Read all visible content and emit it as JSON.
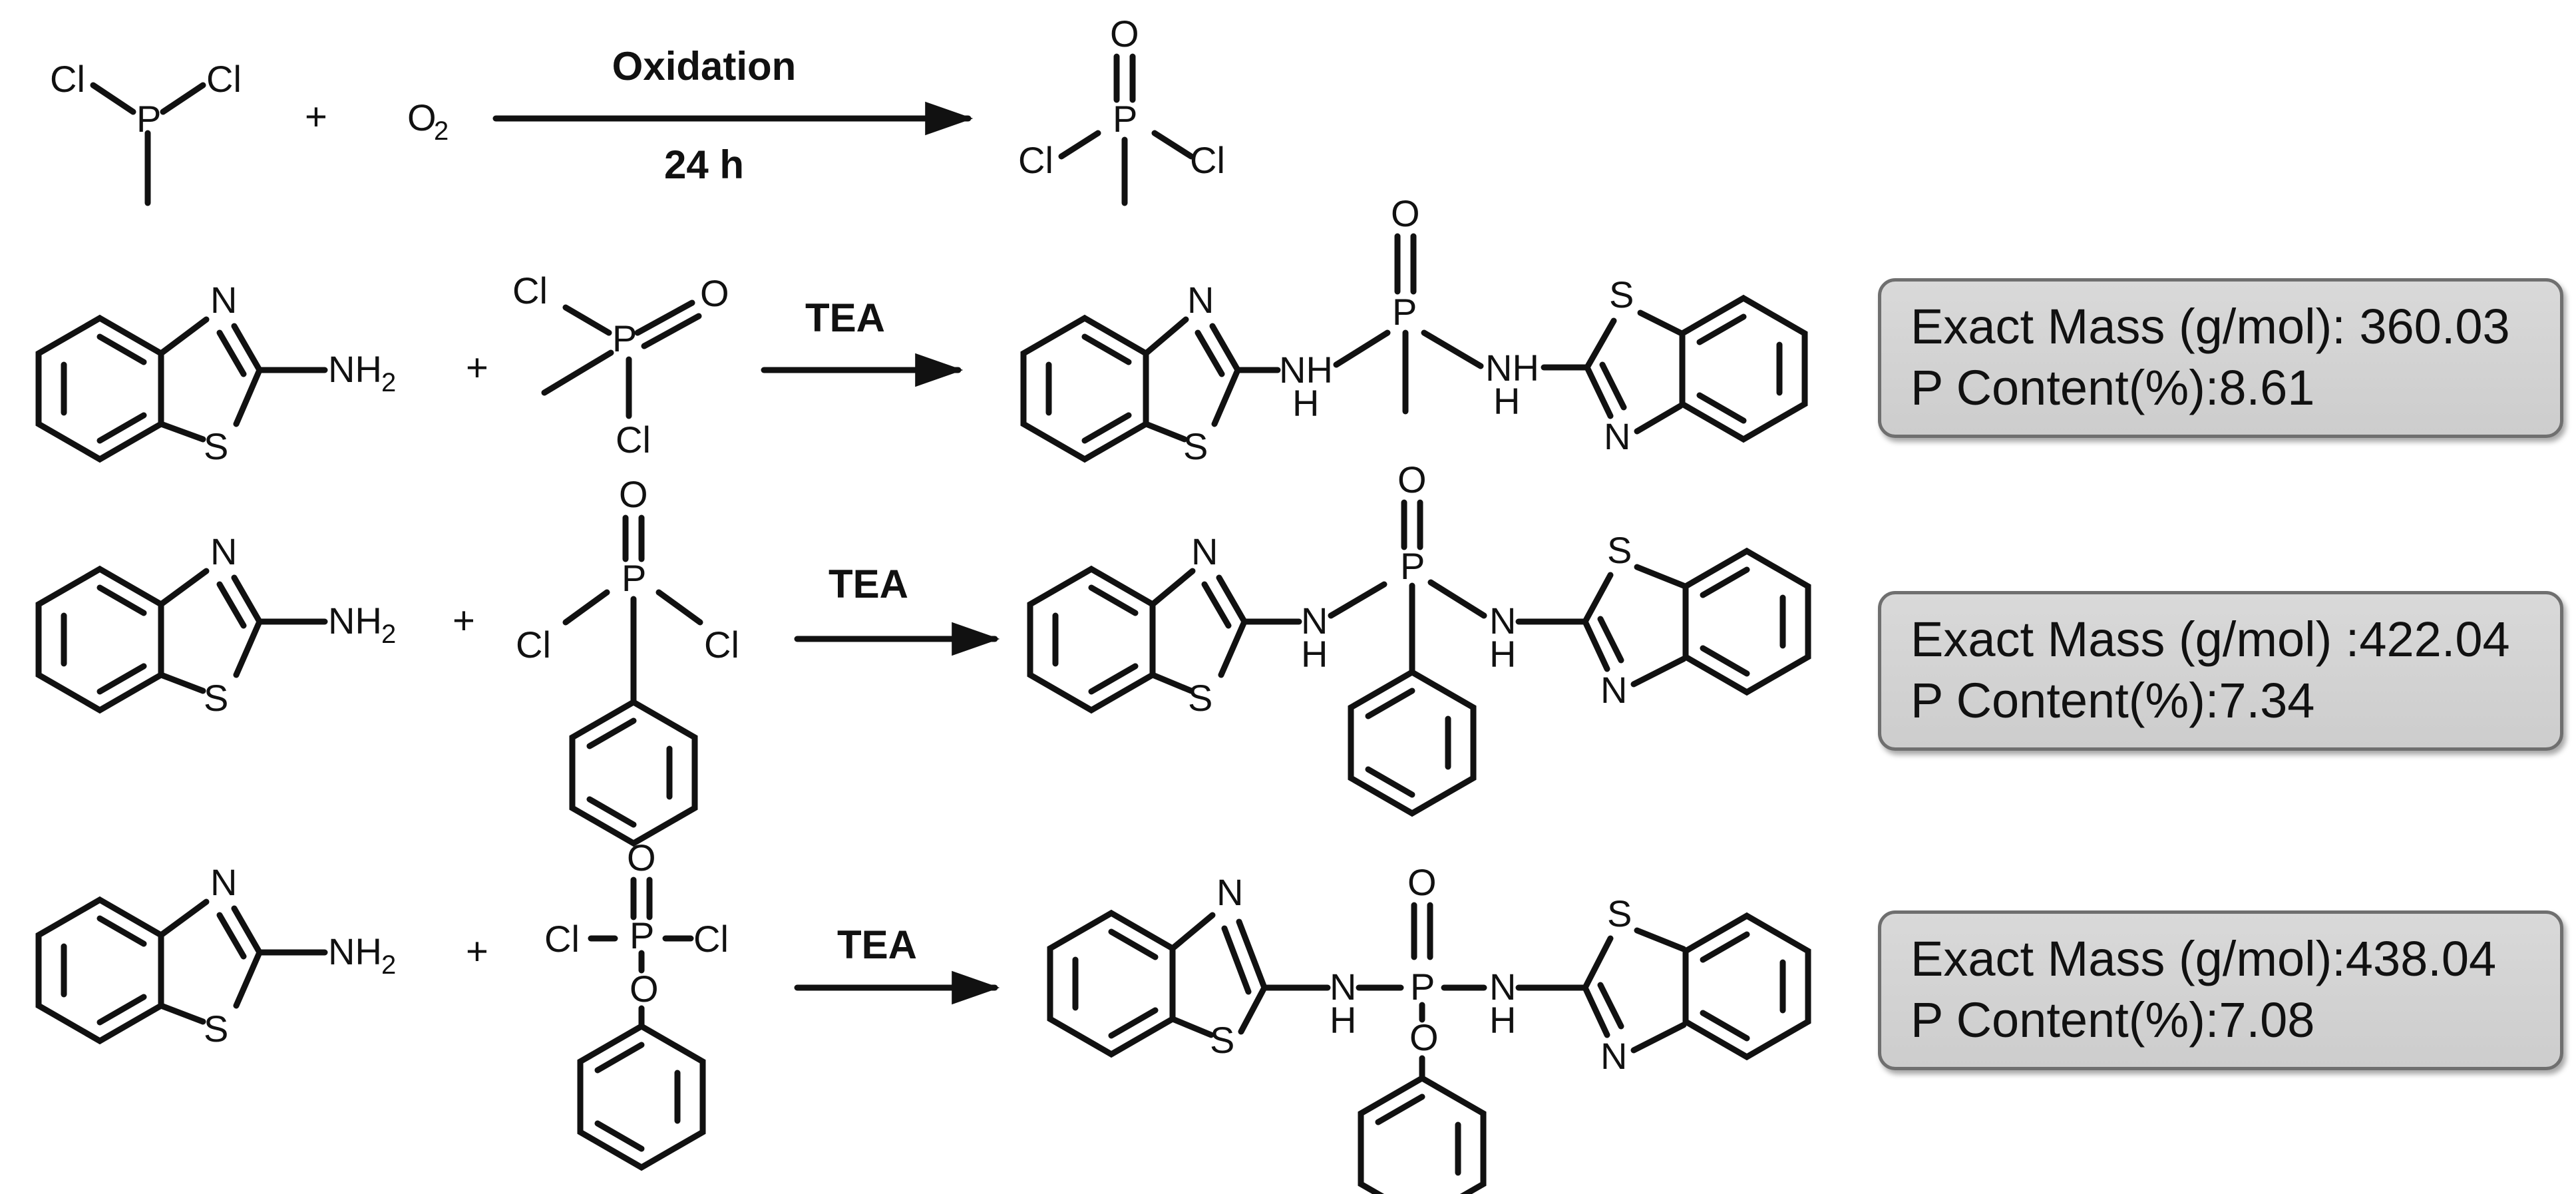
{
  "reaction_0": {
    "reagent1": {
      "cl_left": "Cl",
      "p": "P",
      "cl_right": "Cl"
    },
    "plus": "+",
    "reagent2": {
      "o": "O",
      "sub": "2"
    },
    "condition_top": "Oxidation",
    "condition_bottom": "24 h",
    "product": {
      "o": "O",
      "p": "P",
      "cl_left": "Cl",
      "cl_right": "Cl"
    }
  },
  "reactions": [
    {
      "amine": {
        "n": "N",
        "s": "S",
        "nh2": "NH",
        "sub": "2"
      },
      "plus": "+",
      "reagent": {
        "cl_top": "Cl",
        "p": "P",
        "o": "O",
        "cl_bottom": "Cl"
      },
      "condition": "TEA",
      "product": {
        "o": "O",
        "p": "P",
        "n_left": "N",
        "s_left": "S",
        "nh_left": "NH",
        "h_left": "H",
        "nh_right": "NH",
        "h_right": "H",
        "s_right": "S",
        "n_right": "N"
      },
      "info": {
        "mass": "Exact Mass (g/mol): 360.03",
        "p_content": "P Content(%):8.61"
      }
    },
    {
      "amine": {
        "n": "N",
        "s": "S",
        "nh2": "NH",
        "sub": "2"
      },
      "plus": "+",
      "reagent": {
        "o": "O",
        "p": "P",
        "cl_left": "Cl",
        "cl_right": "Cl"
      },
      "condition": "TEA",
      "product": {
        "o": "O",
        "p": "P",
        "n_left": "N",
        "s_left": "S",
        "nh_left": "N",
        "h_left": "H",
        "nh_right": "N",
        "h_right": "H",
        "s_right": "S",
        "n_right": "N"
      },
      "info": {
        "mass": "Exact Mass (g/mol) :422.04",
        "p_content": "P Content(%):7.34"
      }
    },
    {
      "amine": {
        "n": "N",
        "s": "S",
        "nh2": "NH",
        "sub": "2"
      },
      "plus": "+",
      "reagent": {
        "o_top": "O",
        "p": "P",
        "cl_left": "Cl",
        "cl_right": "Cl",
        "o_bottom": "O"
      },
      "condition": "TEA",
      "product": {
        "o_top": "O",
        "p": "P",
        "o_bottom": "O",
        "n_left": "N",
        "s_left": "S",
        "nh_left": "N",
        "h_left": "H",
        "nh_right": "N",
        "h_right": "H",
        "s_right": "S",
        "n_right": "N"
      },
      "info": {
        "mass": "Exact Mass (g/mol):438.04",
        "p_content": "P Content(%):7.08"
      }
    }
  ]
}
